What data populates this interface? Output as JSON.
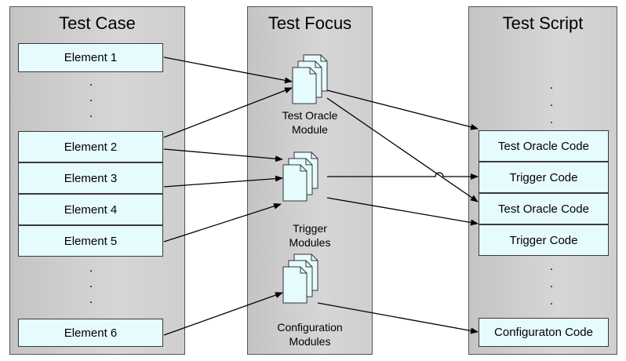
{
  "columns": {
    "test_case": {
      "title": "Test Case"
    },
    "test_focus": {
      "title": "Test Focus"
    },
    "test_script": {
      "title": "Test Script"
    }
  },
  "test_case_elements": [
    "Element 1",
    "Element 2",
    "Element 3",
    "Element 4",
    "Element 5",
    "Element 6"
  ],
  "focus_modules": {
    "oracle": [
      "Test Oracle",
      "Module"
    ],
    "trigger": [
      "Trigger",
      "Modules"
    ],
    "configuration": [
      "Configuration",
      "Modules"
    ]
  },
  "script_blocks": [
    "Test Oracle Code",
    "Trigger Code",
    "Test Oracle Code",
    "Trigger Code",
    "Configuraton Code"
  ],
  "ellipsis": ".",
  "colors": {
    "cell_fill": "#e6fbfd",
    "column_fill": "#cfcfcf",
    "arrow": "#000000"
  }
}
